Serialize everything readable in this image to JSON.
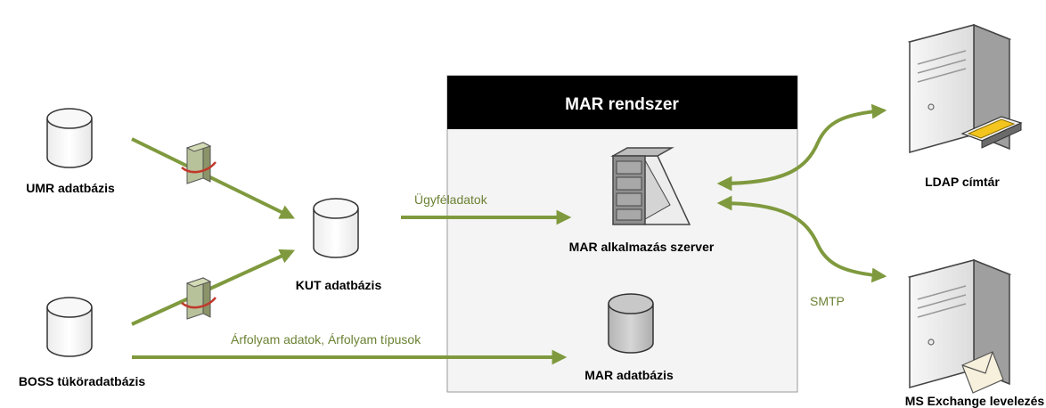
{
  "system": {
    "title": "MAR rendszer"
  },
  "nodes": {
    "umr": "UMR adatbázis",
    "boss": "BOSS tüköradatbázis",
    "kut": "KUT adatbázis",
    "app_server": "MAR alkalmazás szerver",
    "mar_db": "MAR adatbázis",
    "ldap": "LDAP címtár",
    "exchange": "MS Exchange levelezés"
  },
  "edges": {
    "ugyfeladatok": "Ügyféladatok",
    "arfolyam": "Árfolyam adatok, Árfolyam típusok",
    "smtp": "SMTP"
  },
  "colors": {
    "arrow": "#7f9a3e",
    "edge_label": "#6b8234",
    "header": "#000000",
    "box_fill": "#f4f4f4"
  }
}
